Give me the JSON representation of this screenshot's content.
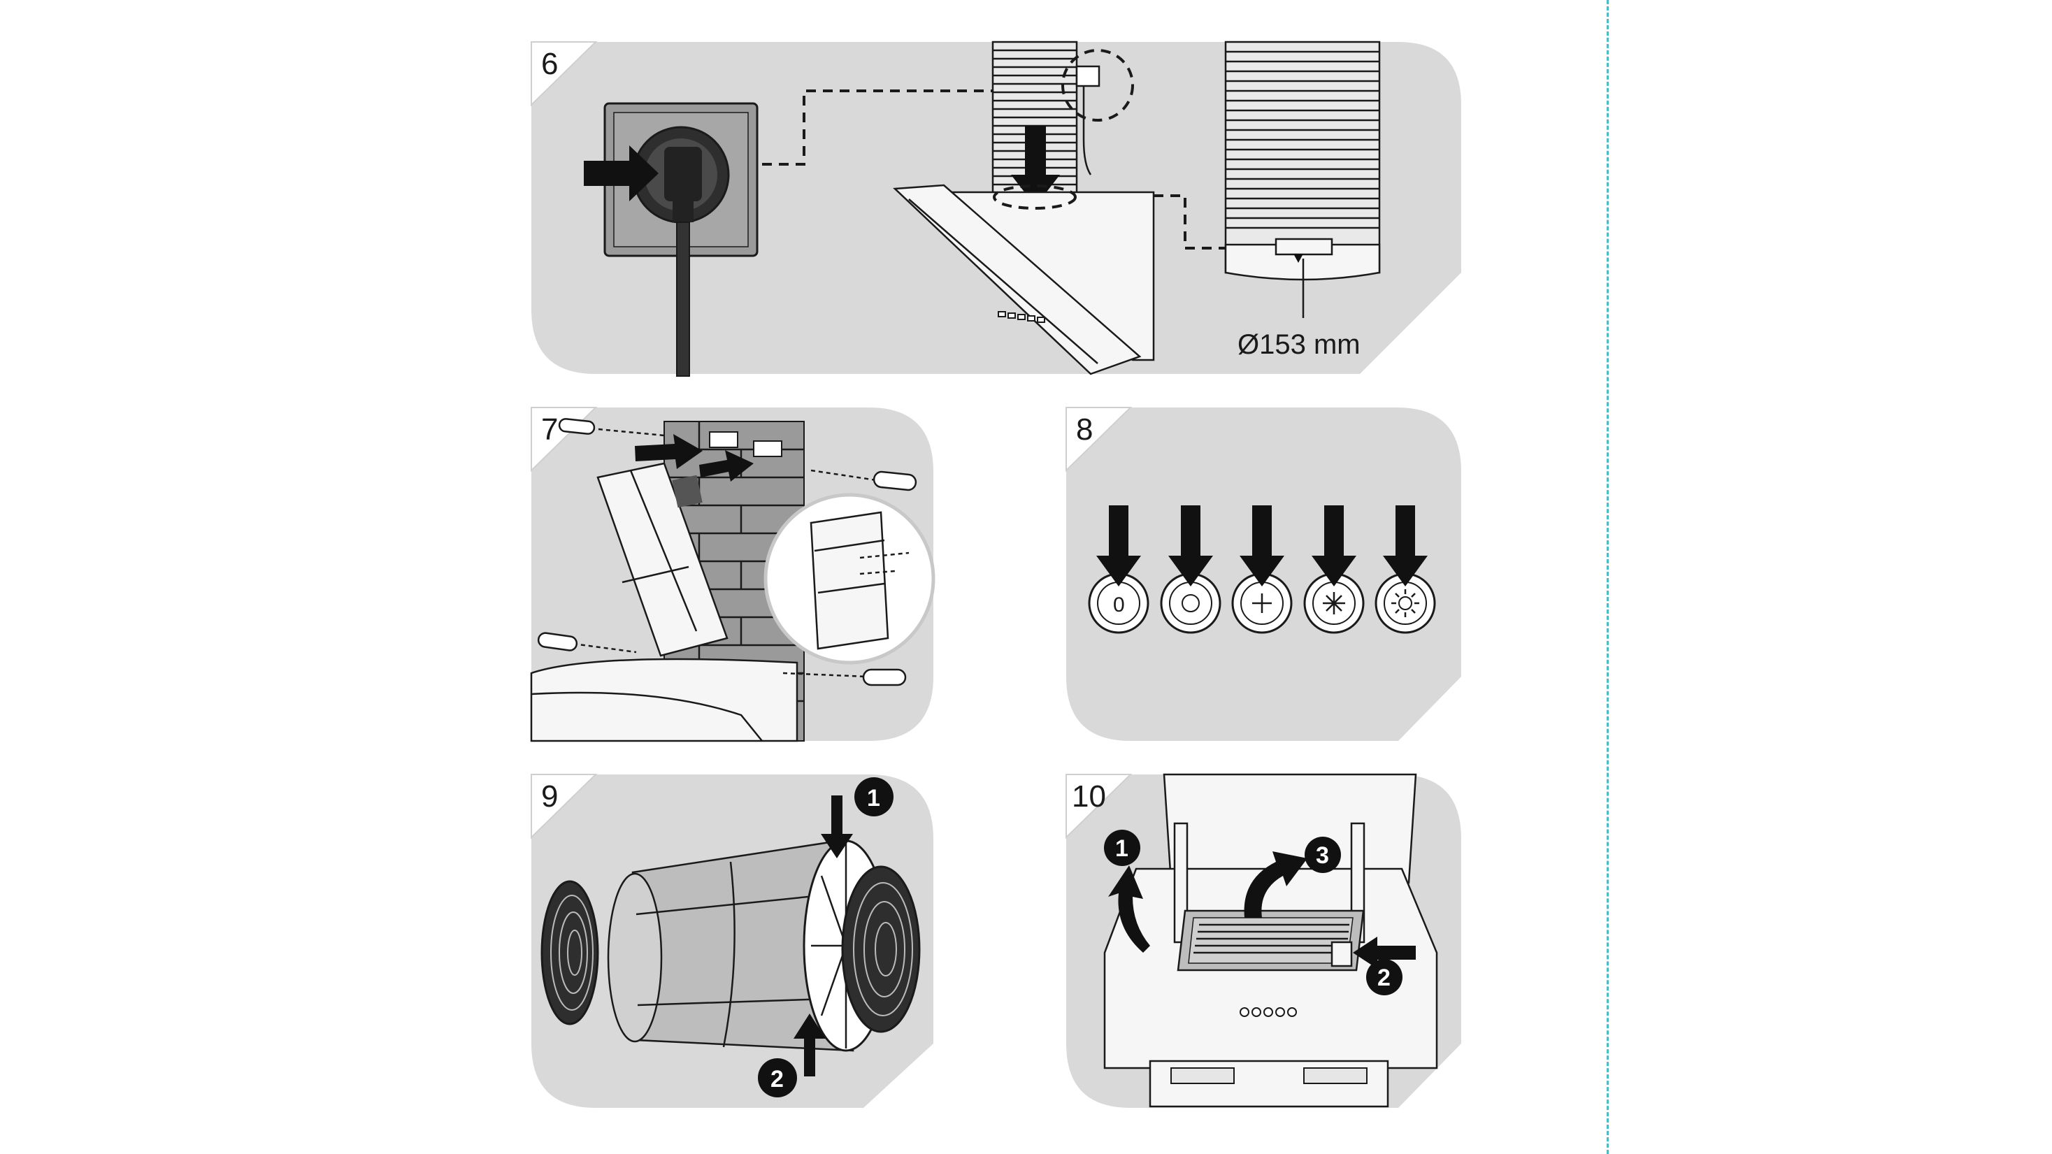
{
  "steps": [
    {
      "number": "6",
      "dimension_label": "Ø153 mm"
    },
    {
      "number": "7"
    },
    {
      "number": "8"
    },
    {
      "number": "9",
      "callouts": [
        "1",
        "2"
      ]
    },
    {
      "number": "10",
      "callouts": [
        "1",
        "2",
        "3"
      ]
    }
  ],
  "colors": {
    "panel_background": "#d9d9d9",
    "outline": "#1a1a1a",
    "arrow": "#111111",
    "cut_line": "#4fb9c5"
  },
  "icons": [
    "power-plug-icon",
    "wall-socket-icon",
    "flexible-duct-icon",
    "cooker-hood-icon",
    "screwdriver-icon",
    "control-button-icon",
    "carbon-filter-icon",
    "grease-filter-icon"
  ]
}
